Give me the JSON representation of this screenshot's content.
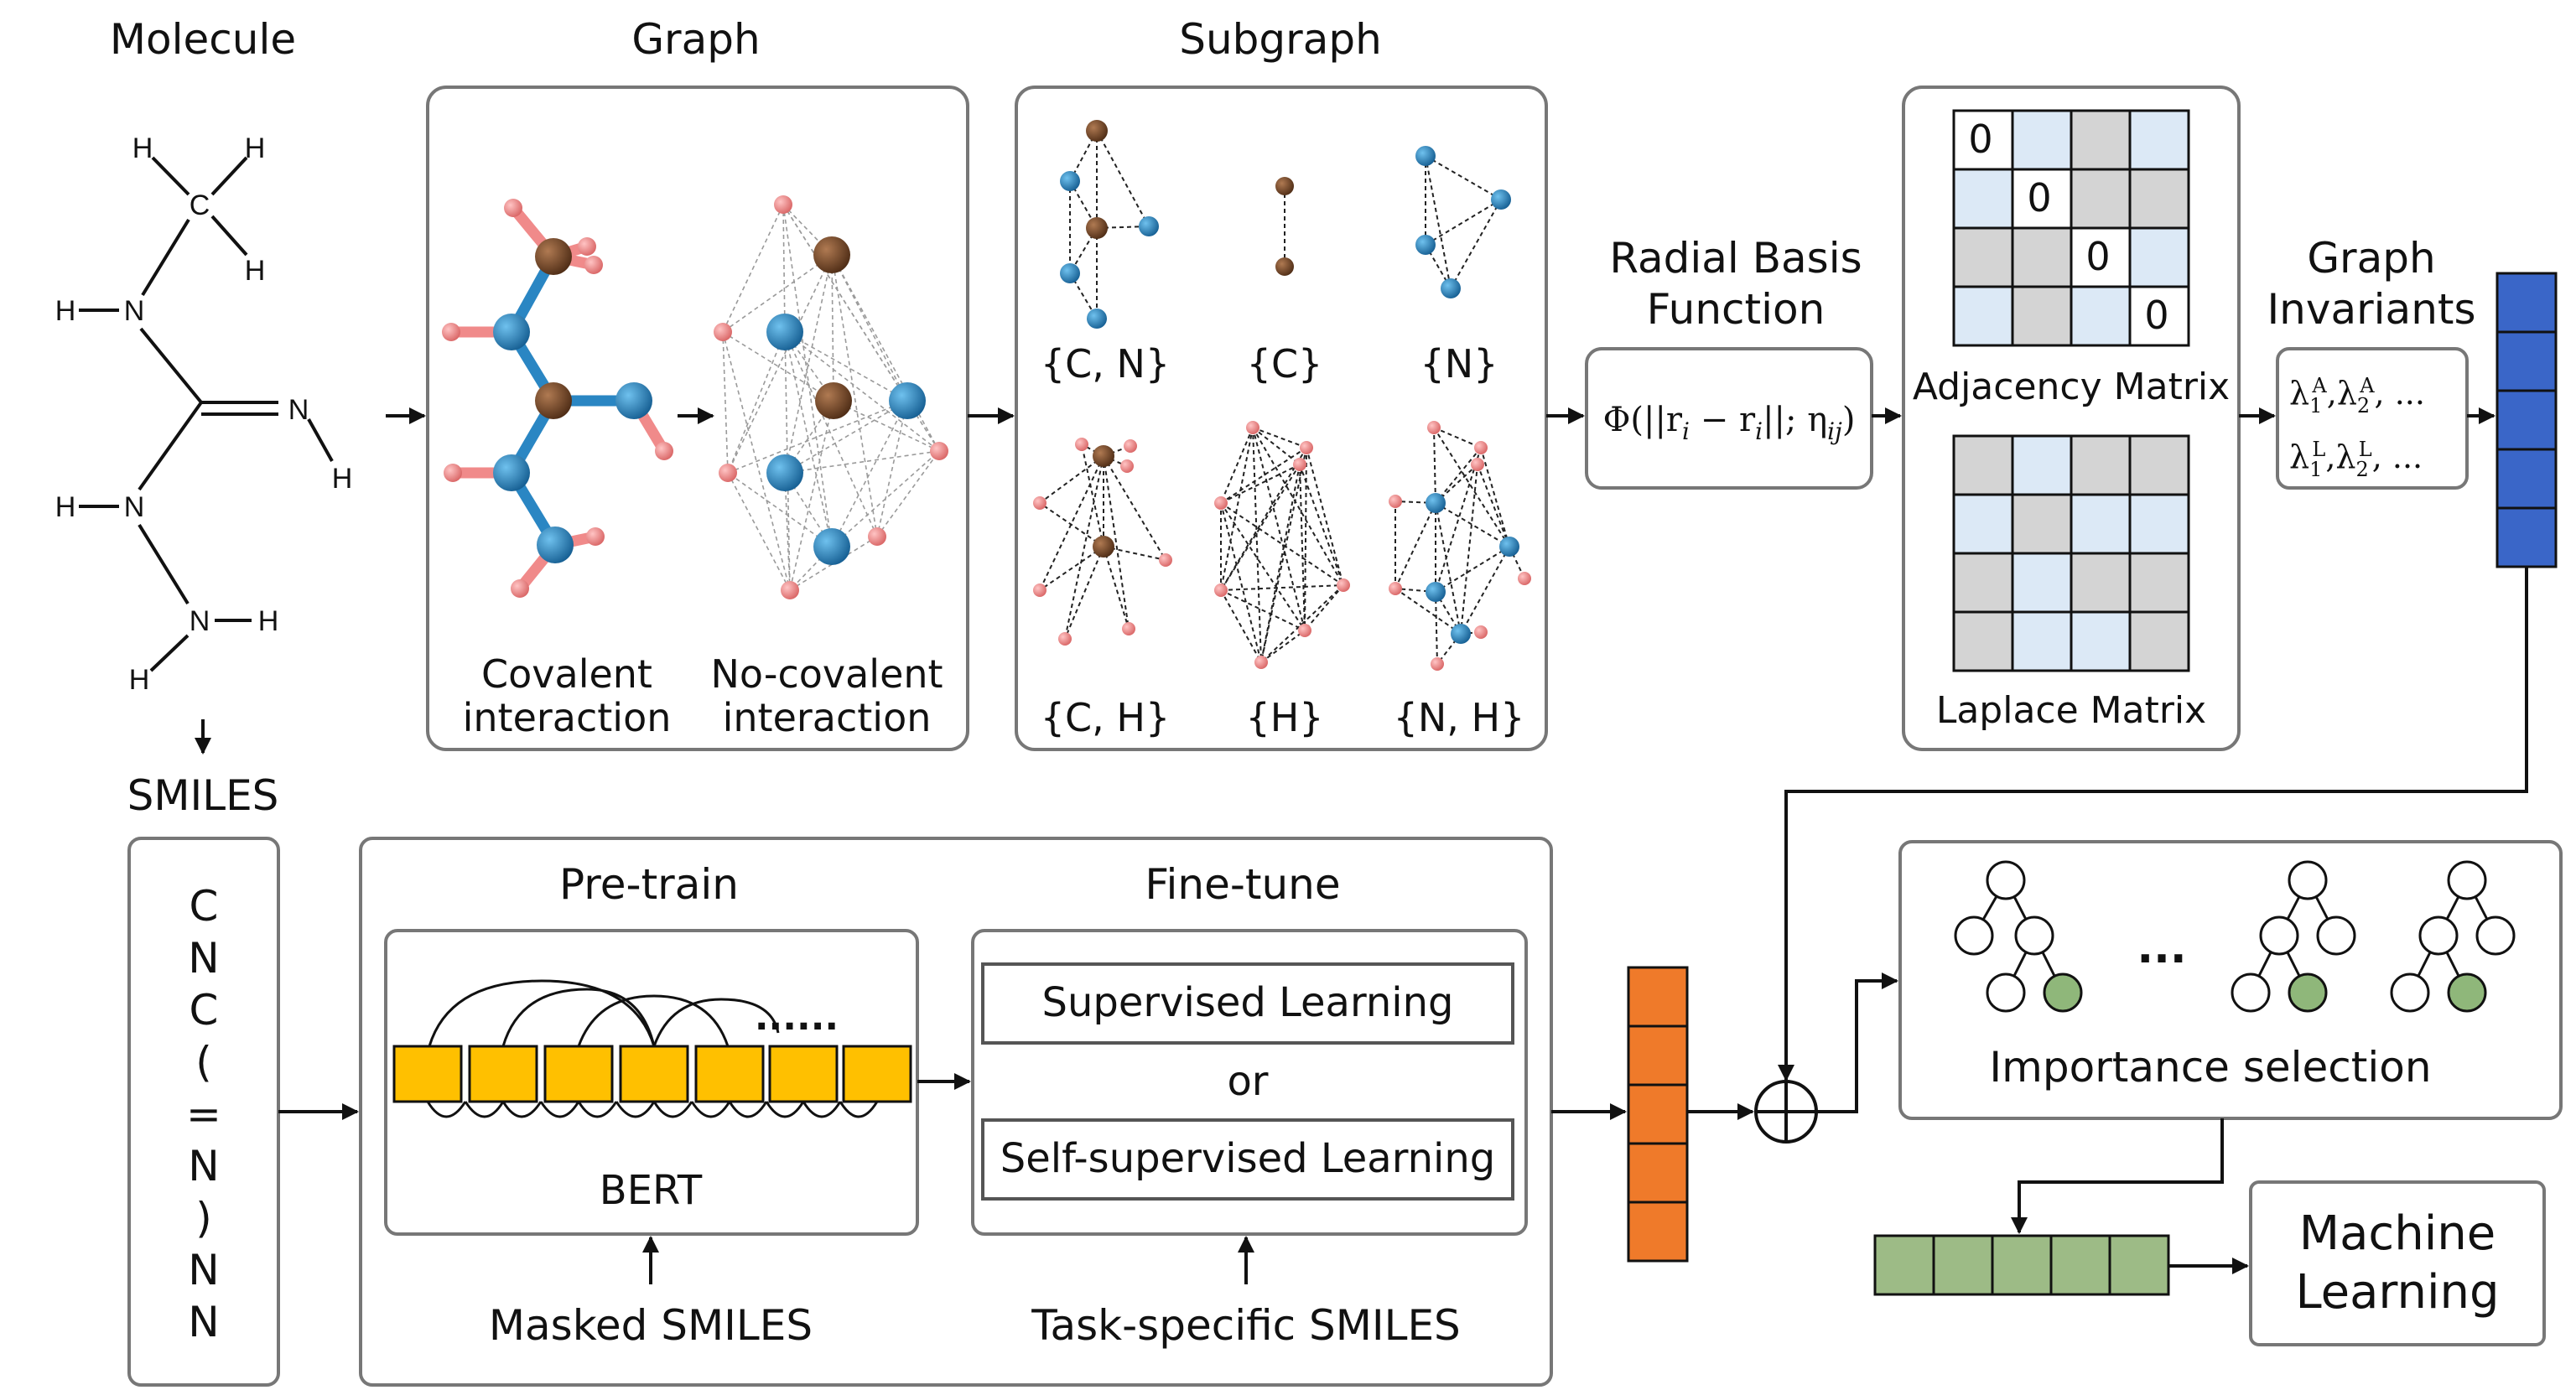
{
  "labels": {
    "molecule": "Molecule",
    "graph": "Graph",
    "subgraph": "Subgraph",
    "rbf_line1": "Radial Basis",
    "rbf_line2": "Function",
    "graph_invariants_line1": "Graph",
    "graph_invariants_line2": "Invariants",
    "smiles": "SMILES",
    "covalent_line1": "Covalent",
    "covalent_line2": "interaction",
    "noncovalent_line1": "No-covalent",
    "noncovalent_line2": "interaction",
    "adjacency_matrix": "Adjacency Matrix",
    "laplace_matrix": "Laplace Matrix",
    "pretrain": "Pre-train",
    "finetune": "Fine-tune",
    "bert": "BERT",
    "masked_smiles": "Masked SMILES",
    "task_specific_smiles": "Task-specific SMILES",
    "supervised": "Supervised Learning",
    "or": "or",
    "self_supervised": "Self-supervised Learning",
    "importance_selection": "Importance selection",
    "machine_learning_line1": "Machine",
    "machine_learning_line2": "Learning",
    "ellipsis_tokens": "......",
    "ellipsis_trees": "..."
  },
  "subgraph_labels": [
    "{C, N}",
    "{C}",
    "{N}",
    "{C, H}",
    "{H}",
    "{N, H}"
  ],
  "smiles_chars": [
    "C",
    "N",
    "C",
    "(",
    "=",
    "N",
    ")",
    "N",
    "N"
  ],
  "molecule_atoms": [
    "H",
    "H",
    "C",
    "H",
    "H",
    "N",
    "N",
    "H",
    "H",
    "N",
    "N",
    "H",
    "H"
  ],
  "matrix_diagonal": [
    "0",
    "0",
    "0",
    "0"
  ],
  "formula": {
    "phi": "Φ(||r",
    "sub_i": "i",
    "minus": " − r",
    "sub_i2": "i",
    "mid": "||; η",
    "sub_ij": "ij",
    "close": ")"
  },
  "invariants": {
    "row1": "λ",
    "row1_sub1": "1",
    "row1_sup1": "A",
    "row1_sub2": "2",
    "row1_sup2": "A",
    "row1_tail": ", ...",
    "row2": "λ",
    "row2_sub1": "1",
    "row2_sup1": "L",
    "row2_sub2": "2",
    "row2_sup2": "L",
    "row2_tail": ", ..."
  },
  "colors": {
    "carbon": "#6b4226",
    "nitrogen": "#2a86c3",
    "hydrogen": "#f08a8a",
    "matrix_gray": "#d4d4d4",
    "matrix_blue": "#dce9f6",
    "blue_vector": "#3a66c8",
    "orange_vector": "#ef7a2a",
    "green_vector": "#9dbb86",
    "token_yellow": "#ffc000",
    "leaf_green": "#8fb77a"
  }
}
